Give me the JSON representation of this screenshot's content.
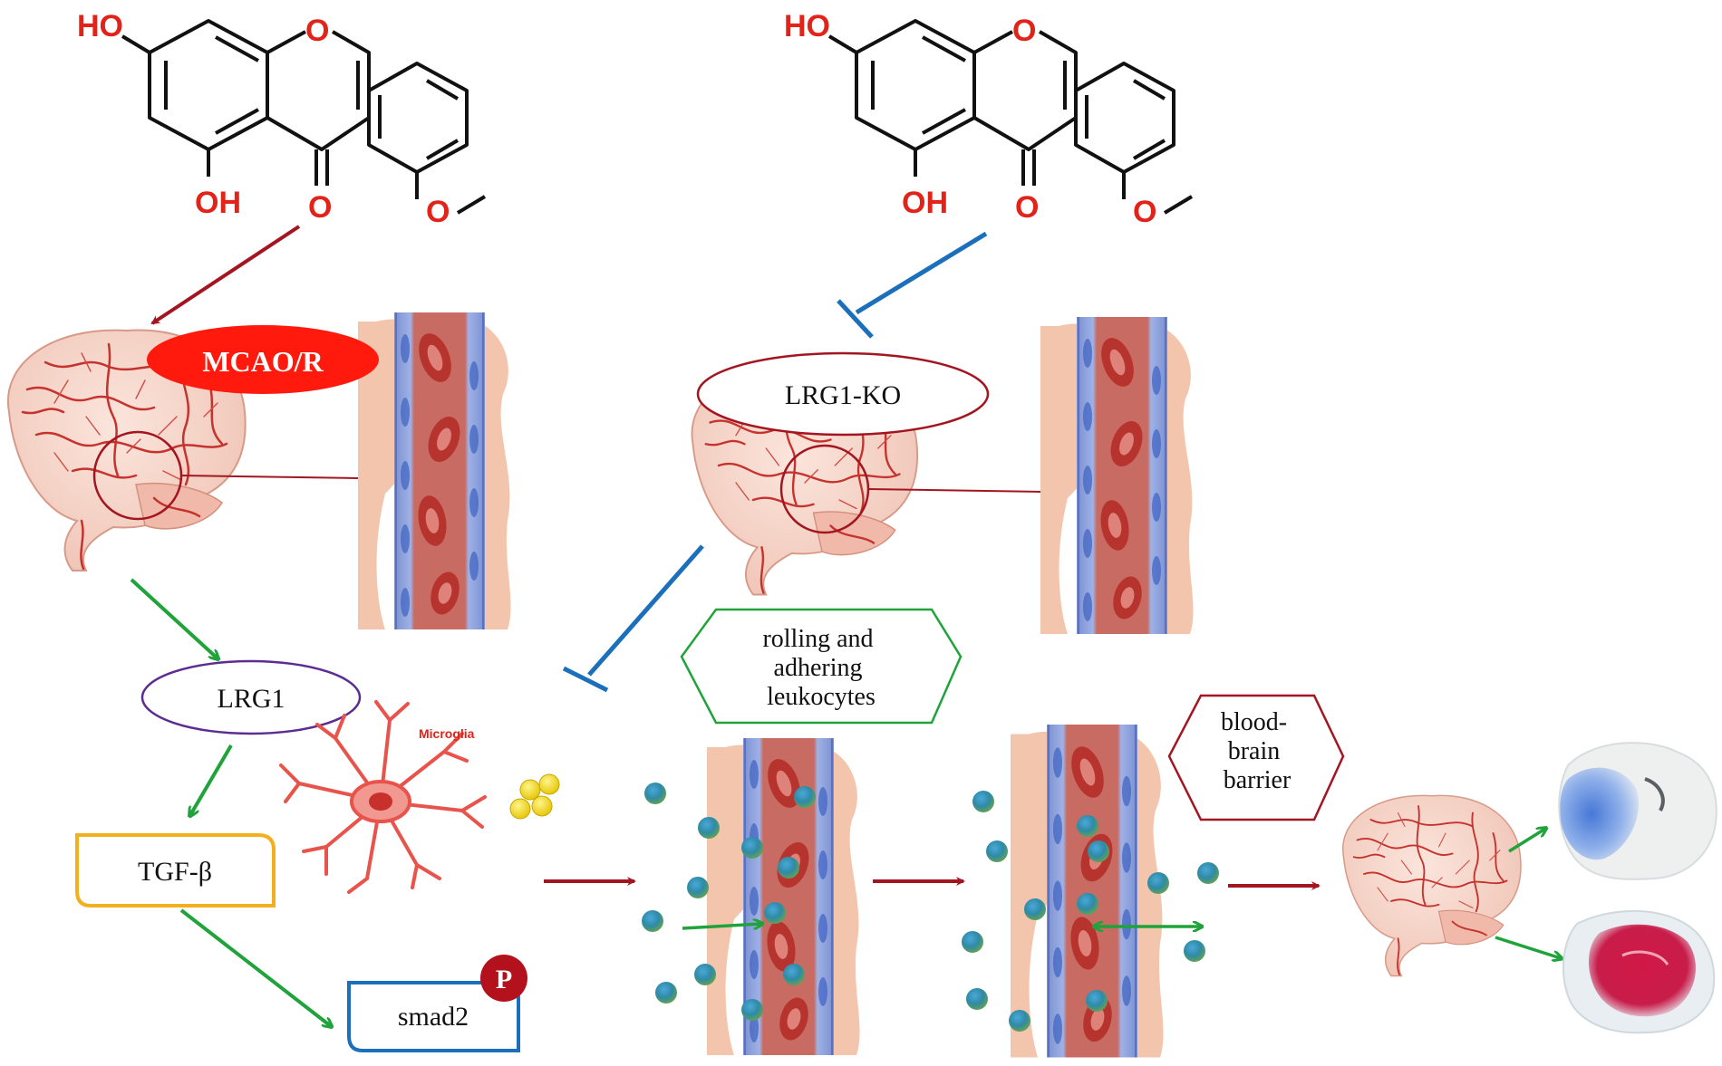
{
  "molecule": {
    "oh_top": "HO",
    "o_ring": "O",
    "oh_bottom": "OH",
    "carbonyl_o": "O",
    "o_methoxy": "O"
  },
  "labels": {
    "mcao": "MCAO/R",
    "lrg1_ko": "LRG1-KO",
    "lrg1": "LRG1",
    "tgf": "TGF-β",
    "smad2": "smad2",
    "phospho": "P",
    "microglia": "Microglia",
    "rolling": [
      "rolling and",
      "adhering",
      "leukocytes"
    ],
    "bbb": [
      "blood-",
      "brain",
      "barrier"
    ]
  },
  "colors": {
    "red_arrow": "#a31621",
    "blue_inhibit": "#1c6fba",
    "green_arrow": "#1fa33a",
    "mcao_fill": "#ff1a0d",
    "lrg1_border": "#5c2c91",
    "tgf_border": "#f2b01e",
    "smad_border": "#1c6fba",
    "hex_green": "#1fa33a",
    "hex_red": "#a31621"
  }
}
